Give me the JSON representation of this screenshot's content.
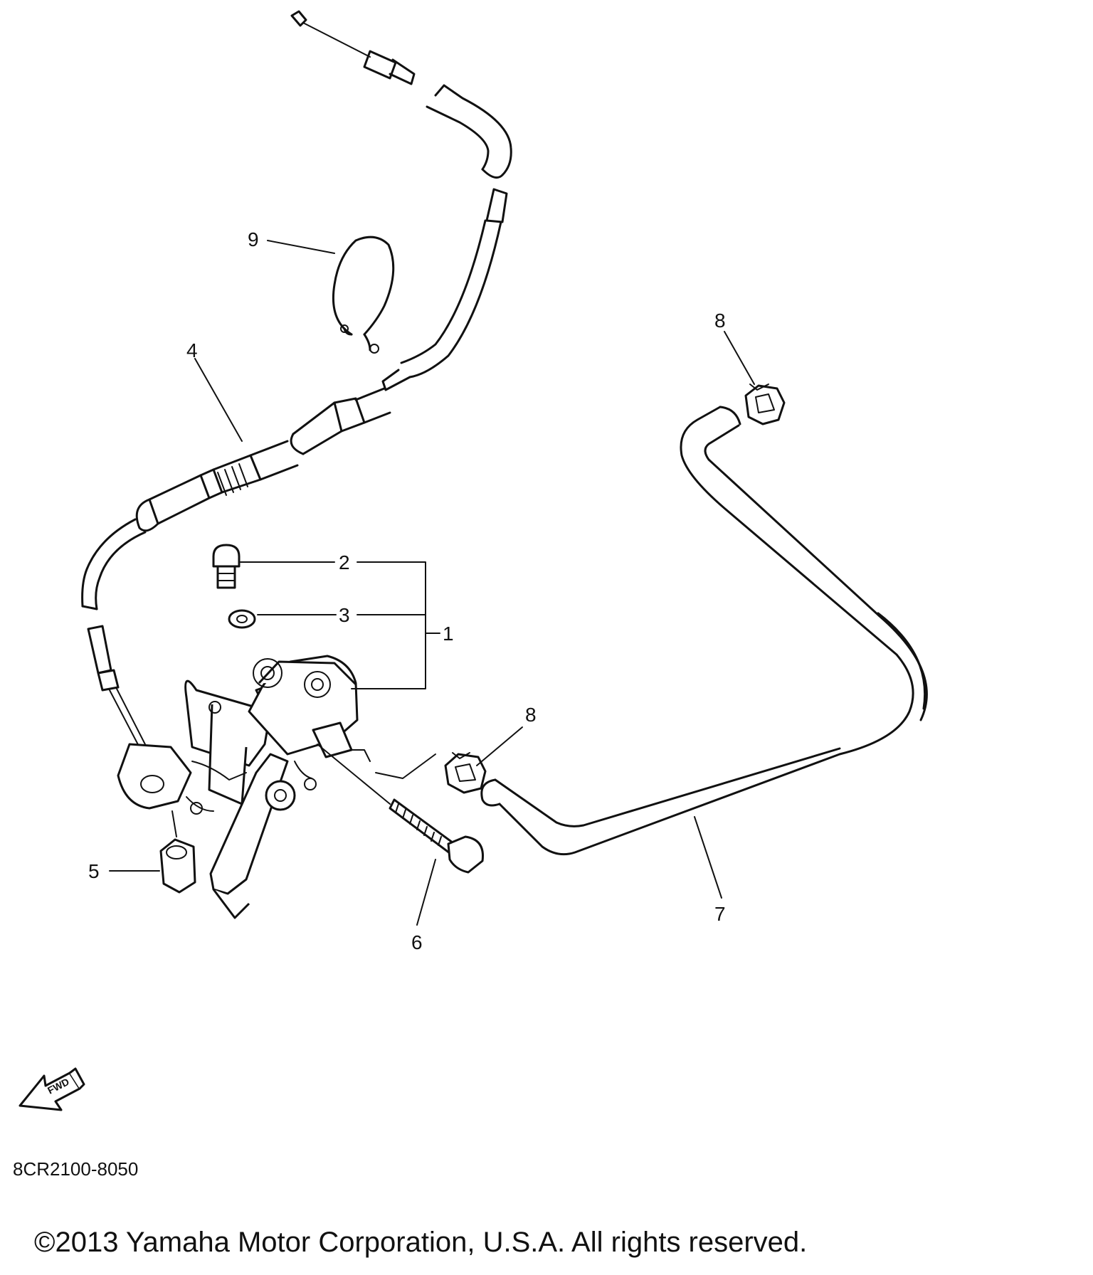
{
  "diagram": {
    "callouts": {
      "c1": "1",
      "c2": "2",
      "c3": "3",
      "c4": "4",
      "c5": "5",
      "c6": "6",
      "c7": "7",
      "c8a": "8",
      "c8b": "8",
      "c9": "9"
    },
    "fwd_label": "FWD",
    "part_code": "8CR2100-8050"
  },
  "footer": {
    "copyright": "©2013 Yamaha Motor Corporation, U.S.A. All rights reserved."
  }
}
